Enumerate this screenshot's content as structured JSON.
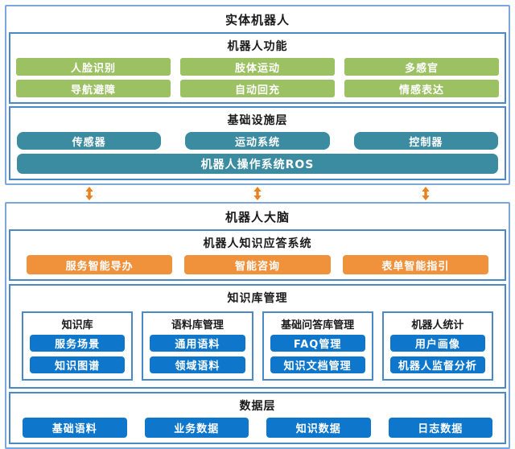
{
  "colors": {
    "outer_border": "#7aa7d9",
    "inner_border": "#4a89c8",
    "green": "#9bc162",
    "teal": "#3b8ba1",
    "orange": "#f0913c",
    "blue": "#0e77cb",
    "arrow": "#e8821e"
  },
  "physical_robot": {
    "title": "实体机器人",
    "functions": {
      "title": "机器人功能",
      "items": [
        "人脸识别",
        "肢体运动",
        "多感官",
        "导航避障",
        "自动回充",
        "情感表达"
      ]
    },
    "infrastructure": {
      "title": "基础设施层",
      "items": [
        "传感器",
        "运动系统",
        "控制器"
      ],
      "wide_item": "机器人操作系统ROS"
    }
  },
  "robot_brain": {
    "title": "机器人大脑",
    "qa_system": {
      "title": "机器人知识应答系统",
      "items": [
        "服务智能导办",
        "智能咨询",
        "表单智能指引"
      ]
    },
    "kb_management": {
      "title": "知识库管理",
      "groups": [
        {
          "title": "知识库",
          "items": [
            "服务场景",
            "知识图谱"
          ]
        },
        {
          "title": "语料库管理",
          "items": [
            "通用语料",
            "领域语料"
          ]
        },
        {
          "title": "基础问答库管理",
          "items": [
            "FAQ管理",
            "知识文档管理"
          ]
        },
        {
          "title": "机器人统计",
          "items": [
            "用户画像",
            "机器人监督分析"
          ]
        }
      ]
    },
    "data_layer": {
      "title": "数据层",
      "items": [
        "基础语料",
        "业务数据",
        "知识数据",
        "日志数据"
      ]
    }
  }
}
